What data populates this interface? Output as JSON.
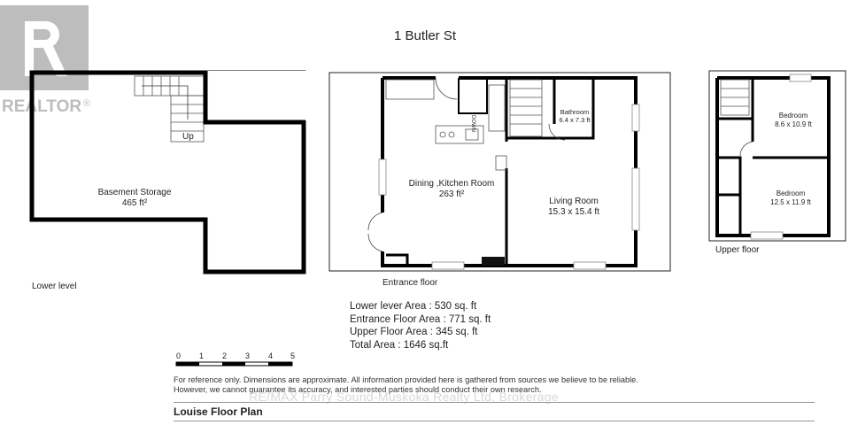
{
  "title": "1 Butler St",
  "watermark": {
    "logo_text": "REALTOR",
    "registered_mark": "®"
  },
  "lower_level": {
    "label": "Lower level",
    "room_name": "Basement Storage",
    "room_area": "465 ft²",
    "stair_label": "Up"
  },
  "entrance_floor": {
    "label": "Entrance floor",
    "rooms": [
      {
        "name": "Dining ,Kitchen Room",
        "size": "263 ft²"
      },
      {
        "name": "Living Room",
        "size": "15.3 x 15.4 ft"
      },
      {
        "name": "Bathroom",
        "size": "6.4 x 7.3 ft"
      }
    ],
    "stair_label": "DOWN"
  },
  "upper_floor": {
    "label": "Upper floor",
    "rooms": [
      {
        "name": "Bedroom",
        "size": "8.6 x 10.9 ft"
      },
      {
        "name": "Bedroom",
        "size": "12.5 x 11.9 ft"
      }
    ]
  },
  "areas": {
    "lower": "Lower lever Area : 530 sq. ft",
    "entrance": "Entrance Floor Area : 771 sq. ft",
    "upper": "Upper Floor Area : 345 sq. ft",
    "total": "Total Area : 1646 sq.ft"
  },
  "scale_bar": {
    "ticks": [
      "0",
      "1",
      "2",
      "3",
      "4",
      "5"
    ]
  },
  "disclaimer": {
    "line1": "For reference only. Dimensions are approximate. All information provided here is gathered from sources we believe to be reliable.",
    "line2": "However, we cannot guarantee its accuracy, and interested parties should conduct their own research."
  },
  "brokerage": "RE/MAX Parry Sound-Muskoka Realty Ltd, Brokerage",
  "plan_name": "Louise Floor Plan"
}
